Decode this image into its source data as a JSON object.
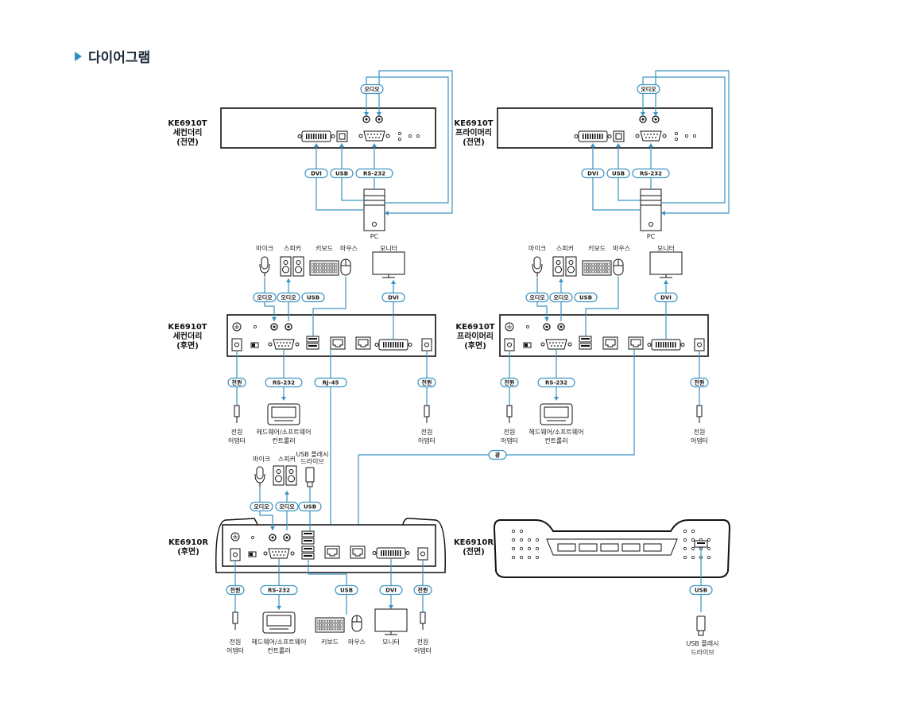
{
  "title": "다이어그램",
  "devices": {
    "ke6910t_secondary_front": [
      "KE6910T",
      "세컨더리",
      "(전면)"
    ],
    "ke6910t_primary_front": [
      "KE6910T",
      "프라이머리",
      "(전면)"
    ],
    "ke6910t_secondary_rear": [
      "KE6910T",
      "세컨더리",
      "(후면)"
    ],
    "ke6910t_primary_rear": [
      "KE6910T",
      "프라이머리",
      "(후면)"
    ],
    "ke6910r_rear": [
      "KE6910R",
      "(후면)"
    ],
    "ke6910r_front": [
      "KE6910R",
      "(전면)"
    ]
  },
  "tags": {
    "audio": "오디오",
    "dvi": "DVI",
    "usb": "USB",
    "rs232": "RS-232",
    "power": "전원",
    "rj45": "RJ-45",
    "cable": "광"
  },
  "labels": {
    "pc": "PC",
    "mic": "마이크",
    "speaker": "스피커",
    "keyboard": "키보드",
    "mouse": "마우스",
    "monitor": "모니터",
    "power_adapter": [
      "전원",
      "어댑터"
    ],
    "hw_sw_console": [
      "헤드웨어/소프트웨어",
      "컨트롤러"
    ],
    "usb_flash": [
      "USB 플래시",
      "드라이브"
    ]
  }
}
